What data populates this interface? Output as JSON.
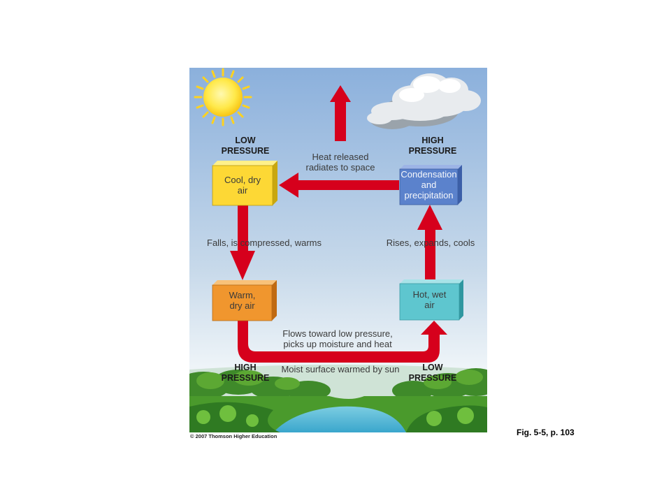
{
  "diagram": {
    "labels": {
      "top_left_pressure": "LOW\nPRESSURE",
      "top_right_pressure": "HIGH\nPRESSURE",
      "bottom_left_pressure": "HIGH\nPRESSURE",
      "bottom_right_pressure": "LOW\nPRESSURE",
      "heat_released": "Heat released\nradiates to space",
      "falls": "Falls, is compressed, warms",
      "rises": "Rises, expands, cools",
      "flows": "Flows toward low pressure,\npicks up moisture and heat",
      "surface": "Moist surface warmed by sun"
    },
    "boxes": {
      "cool_dry": "Cool, dry\nair",
      "warm_dry": "Warm,\ndry air",
      "condensation": "Condensation\nand\nprecipitation",
      "hot_wet": "Hot, wet\nair"
    },
    "colors": {
      "arrow": "#d6001c",
      "sky_top": "#8bb0dc",
      "sky_bottom": "#eef4f8",
      "cool_box": "#fdd835",
      "warm_box": "#f0962e",
      "condensation_box": "#5b82cc",
      "hot_box": "#5ec6cf",
      "water": "#4fb8d8"
    }
  },
  "copyright": "© 2007 Thomson Higher Education",
  "caption": "Fig. 5-5, p. 103"
}
